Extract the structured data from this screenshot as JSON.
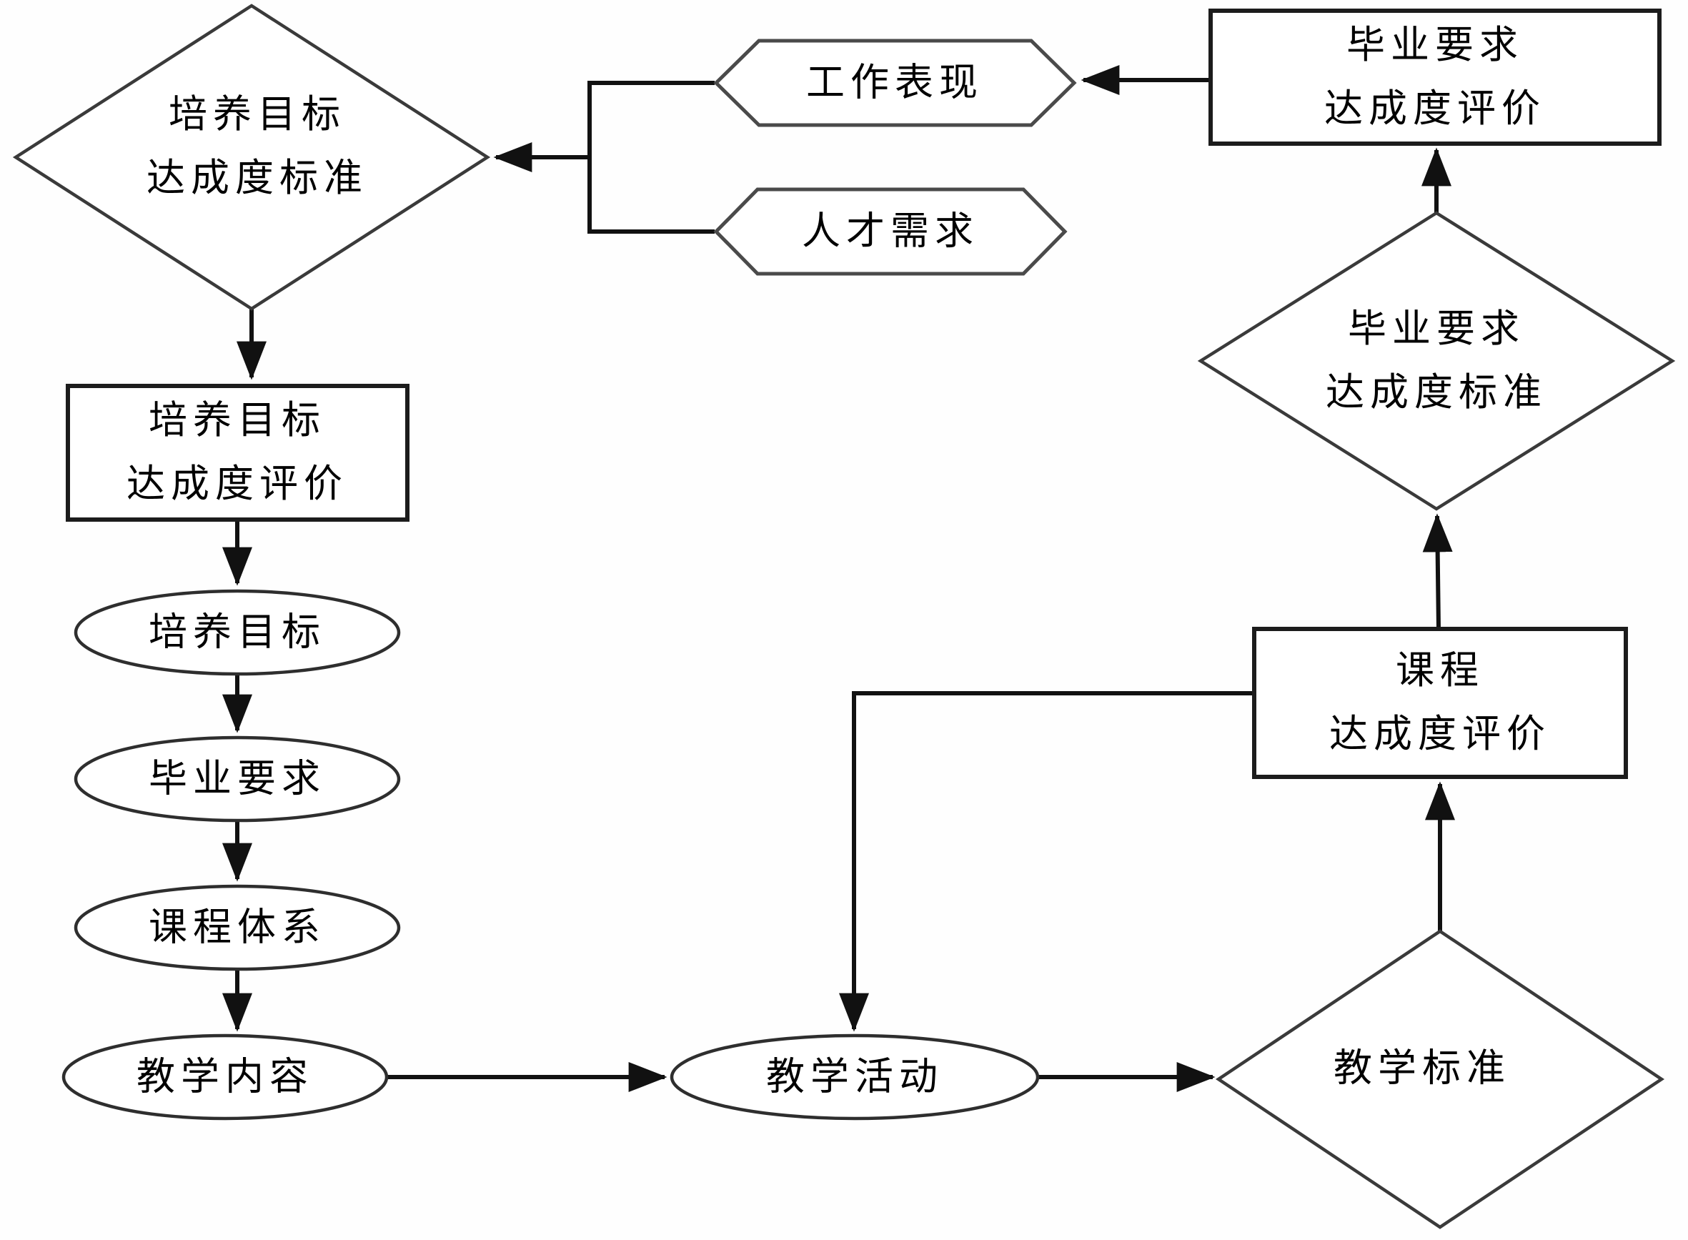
{
  "diagram": {
    "background_color": "#fefefe",
    "line_color": "#111111",
    "shape_fill": "#ffffff",
    "nodes": {
      "training_goal_standard": {
        "shape": "diamond",
        "label": "培养目标\n达成度标准"
      },
      "work_performance": {
        "shape": "hexagon",
        "label": "工作表现"
      },
      "talent_demand": {
        "shape": "hexagon",
        "label": "人才需求"
      },
      "graduation_req_evaluation": {
        "shape": "rect",
        "label": "毕业要求\n达成度评价"
      },
      "graduation_req_standard": {
        "shape": "diamond",
        "label": "毕业要求\n达成度标准"
      },
      "course_evaluation": {
        "shape": "rect",
        "label": "课程\n达成度评价"
      },
      "teaching_standard": {
        "shape": "diamond",
        "label": "教学标准"
      },
      "training_goal_evaluation": {
        "shape": "rect",
        "label": "培养目标\n达成度评价"
      },
      "training_goal": {
        "shape": "ellipse",
        "label": "培养目标"
      },
      "graduation_req": {
        "shape": "ellipse",
        "label": "毕业要求"
      },
      "curriculum_system": {
        "shape": "ellipse",
        "label": "课程体系"
      },
      "teaching_content": {
        "shape": "ellipse",
        "label": "教学内容"
      },
      "teaching_activity": {
        "shape": "ellipse",
        "label": "教学活动"
      }
    }
  }
}
